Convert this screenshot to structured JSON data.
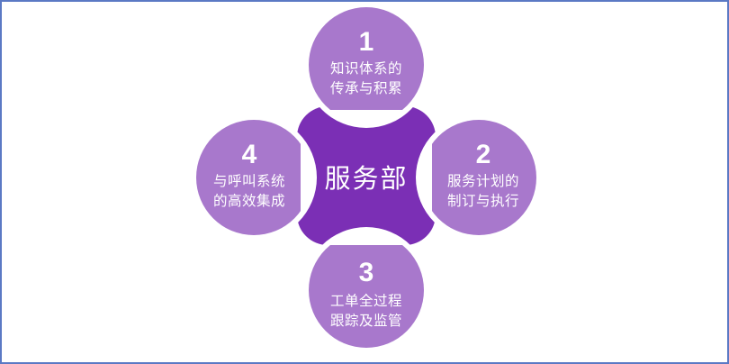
{
  "figure": {
    "type": "radial-cycle-diagram",
    "background_color": "#ffffff",
    "border_color": "#5b79c4",
    "center_color": "#7b2fb5",
    "node_color": "#a878cc",
    "text_color": "#ffffff"
  },
  "center": {
    "label": "服务部"
  },
  "nodes": [
    {
      "number": "1",
      "position": "top",
      "line1": "知识体系的",
      "line2": "传承与积累"
    },
    {
      "number": "2",
      "position": "right",
      "line1": "服务计划的",
      "line2": "制订与执行"
    },
    {
      "number": "3",
      "position": "bottom",
      "line1": "工单全过程",
      "line2": "跟踪及监管"
    },
    {
      "number": "4",
      "position": "left",
      "line1": "与呼叫系统",
      "line2": "的高效集成"
    }
  ]
}
